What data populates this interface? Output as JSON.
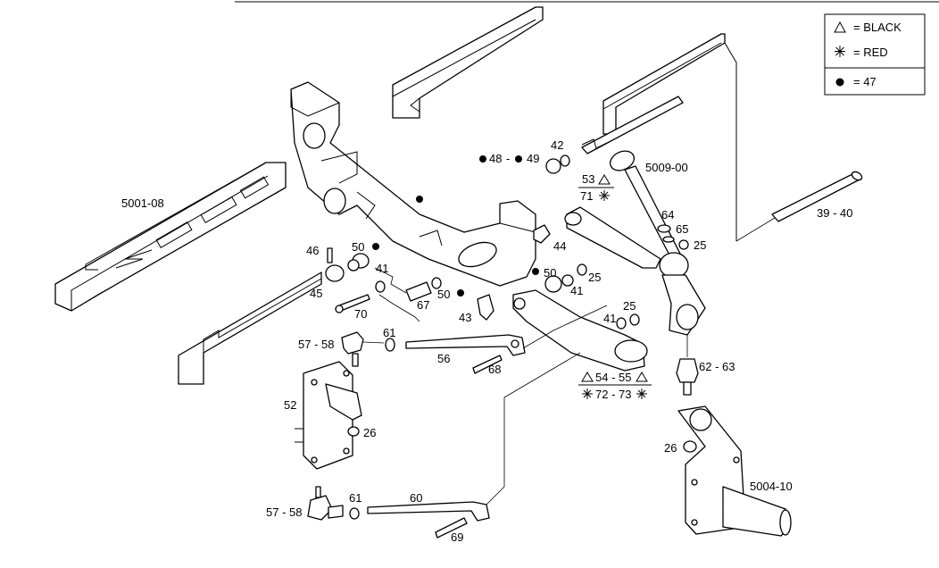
{
  "legend": {
    "black_label": "= BLACK",
    "red_label": "= RED",
    "dot_label": "= 47",
    "black_icon": "triangle-outline",
    "red_icon": "asterisk",
    "dot_icon": "filled-dot"
  },
  "callouts": {
    "c5001": "5001-08",
    "c46": "46",
    "c45": "45",
    "c50a": "50",
    "c41a": "41",
    "c70": "70",
    "c67": "67",
    "c50b": "50",
    "c43": "43",
    "c44": "44",
    "c50c": "50",
    "c25a": "25",
    "c41b": "41",
    "c48": "48",
    "c48sep": "-",
    "c49": "49",
    "c42": "42",
    "c53": "53",
    "c71": "71",
    "c5009": "5009-00",
    "c64": "64",
    "c65": "65",
    "c25b": "25",
    "c3940": "39 - 40",
    "c5758a": "57 - 58",
    "c61a": "61",
    "c56": "56",
    "c68": "68",
    "c41c": "41",
    "c25c": "25",
    "c5455": "54 - 55",
    "c7273": "72 - 73",
    "c6263": "62 - 63",
    "c52": "52",
    "c26a": "26",
    "c26b": "26",
    "c5004": "5004-10",
    "c5758b": "57 - 58",
    "c61b": "61",
    "c60": "60",
    "c69": "69"
  }
}
